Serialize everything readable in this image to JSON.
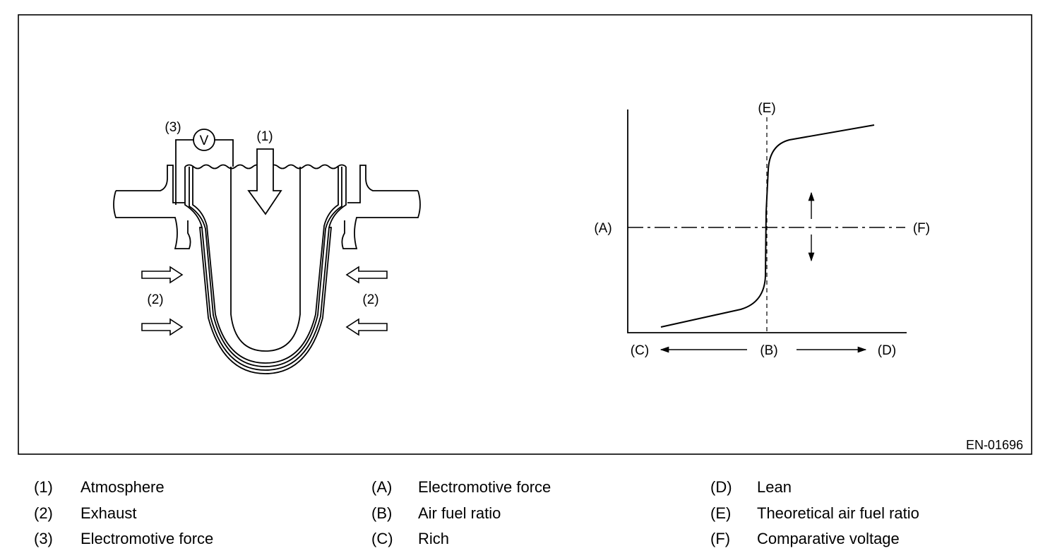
{
  "figure_code": "EN-01696",
  "sensor": {
    "atmosphere_label": "(1)",
    "exhaust_label_left": "(2)",
    "exhaust_label_right": "(2)",
    "emf_label": "(3)",
    "voltmeter_symbol": "V"
  },
  "graph": {
    "a_label": "(A)",
    "b_label": "(B)",
    "c_label": "(C)",
    "d_label": "(D)",
    "e_label": "(E)",
    "f_label": "(F)"
  },
  "legend": {
    "col1": [
      {
        "key": "(1)",
        "text": "Atmosphere"
      },
      {
        "key": "(2)",
        "text": "Exhaust"
      },
      {
        "key": "(3)",
        "text": "Electromotive force"
      }
    ],
    "col2": [
      {
        "key": "(A)",
        "text": "Electromotive force"
      },
      {
        "key": "(B)",
        "text": "Air fuel ratio"
      },
      {
        "key": "(C)",
        "text": "Rich"
      }
    ],
    "col3": [
      {
        "key": "(D)",
        "text": "Lean"
      },
      {
        "key": "(E)",
        "text": "Theoretical air fuel ratio"
      },
      {
        "key": "(F)",
        "text": "Comparative voltage"
      }
    ]
  }
}
